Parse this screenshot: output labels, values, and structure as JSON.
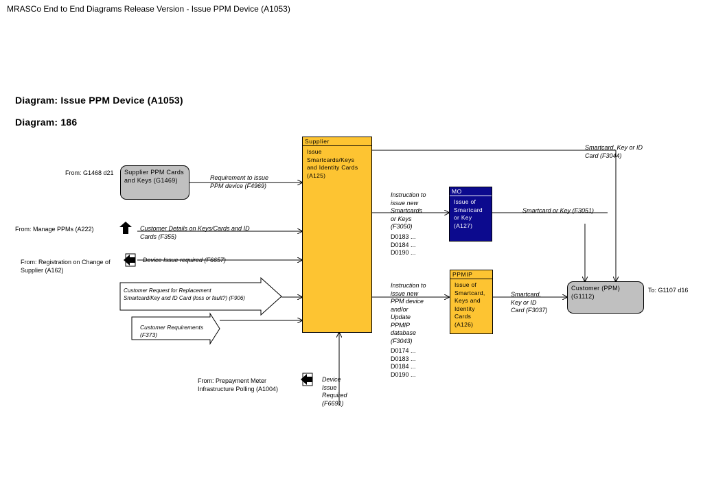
{
  "page_title": "MRASCo End to End Diagrams Release Version - Issue PPM Device (A1053)",
  "diagram_title": "Diagram: Issue PPM Device (A1053)",
  "diagram_number": "Diagram: 186",
  "boxes": {
    "supplier": {
      "header": "Supplier",
      "body": "Issue\nSmartcards/Keys\nand Identity Cards\n(A125)"
    },
    "mo": {
      "header": "MO",
      "body": "Issue of\nSmartcard\nor Key\n(A127)"
    },
    "ppmip": {
      "header": "PPMIP",
      "body": "Issue of\nSmartcard,\nKeys and\nIdentity\nCards\n(A126)"
    },
    "supplier_ppm_cards": {
      "label": "Supplier PPM Cards\nand Keys (G1469)"
    },
    "customer_ppm": {
      "label": "Customer (PPM)\n(G1112)"
    }
  },
  "sources": {
    "g1468": "From: G1468 d21",
    "manage_ppms": "From: Manage PPMs (A222)",
    "registration": "From: Registration on Change of\nSupplier (A162)",
    "prepayment": "From: Prepayment Meter\nInfrastructure Polling (A1004)",
    "to_g1107": "To: G1107 d16"
  },
  "flows": {
    "f4969": "Requirement to issue\nPPM device (F4969)",
    "f355": "Customer Details on Keys/Cards and ID\nCards (F355)",
    "f6657": "Device Issue required (F6657)",
    "f906": "Customer Request for Replacement\nSmartcard/Key and ID Card (loss or fault?) (F906)",
    "f373": "Customer Requirements\n(F373)",
    "f6691": "Device\nIssue\nRequired\n(F6691)",
    "f3044": "Smartcard, Key or ID\nCard (F3044)",
    "f3050": "Instruction to\nissue new\nSmartcards\nor Keys\n(F3050)",
    "f3050_refs": "D0183 ...\nD0184 ...\nD0190 ...",
    "f3043": "Instruction to\nissue new\nPPM device\nand/or\nUpdate\nPPMIP\ndatabase\n(F3043)",
    "f3043_refs": "D0174 ...\nD0183 ...\nD0184 ...\nD0190 ...",
    "f3051": "Smartcard or Key (F3051)",
    "f3037": "Smartcard,\nKey or ID\nCard (F3037)"
  },
  "colors": {
    "supplier_fill": "#fdc432",
    "mo_fill": "#0c0a8e",
    "rounded_box_fill": "#c0c0c0"
  }
}
